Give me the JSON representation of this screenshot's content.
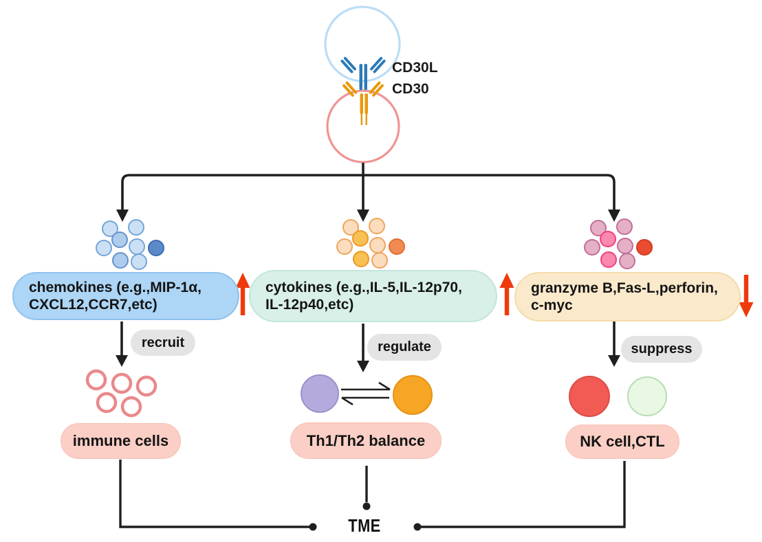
{
  "figure": {
    "interaction": {
      "ligand": "CD30L",
      "receptor": "CD30"
    },
    "branches": [
      {
        "mediators_line1": "chemokines (e.g.,MIP-1α,",
        "mediators_line2": "CXCL12,CCR7,etc)",
        "trend": "increase",
        "action_label": "recruit",
        "target_label": "immune cells"
      },
      {
        "mediators_line1": "cytokines (e.g.,IL-5,IL-12p70,",
        "mediators_line2": "IL-12p40,etc)",
        "trend": "increase",
        "action_label": "regulate",
        "target_label": "Th1/Th2 balance"
      },
      {
        "mediators_line1": "granzyme B,Fas-L,perforin,",
        "mediators_line2": "c-myc",
        "trend": "decrease",
        "action_label": "suppress",
        "target_label": "NK cell,CTL"
      }
    ],
    "sink_label": "TME"
  },
  "colors": {
    "top_cell_outline": "#bbddf6",
    "bottom_cell_outline": "#ef9492",
    "cd30l_receptor": "#2c7ab8",
    "cd30_receptor": "#e9990b",
    "flow_lines": "#1f1f1f",
    "trend_arrow_red": "#ee3a0d",
    "chemokine_pill": "#acd5f6",
    "cytokine_pill": "#d9f0e9",
    "granzyme_pill": "#fbe9cb",
    "action_pill_gray": "#e4e4e4",
    "result_pill_pink": "#fbcfc5",
    "chemokine_dot_light": "#cbe0f5",
    "chemokine_dot_dark": "#5c8ac9",
    "cytokine_dot_light": "#fbddbd",
    "cytokine_dot_accent": "#f8c153",
    "cytokine_dot_dark": "#f08b51",
    "granzyme_dot_light": "#e5afc6",
    "granzyme_dot_accent": "#fa89b0",
    "granzyme_dot_dark": "#e94c2e",
    "immune_cell_ring": "#e9898b",
    "th1_circle": "#b5aadd",
    "th2_circle": "#f6a624",
    "nk_circle": "#f15b54",
    "ctl_circle": "#e8f8e4"
  }
}
